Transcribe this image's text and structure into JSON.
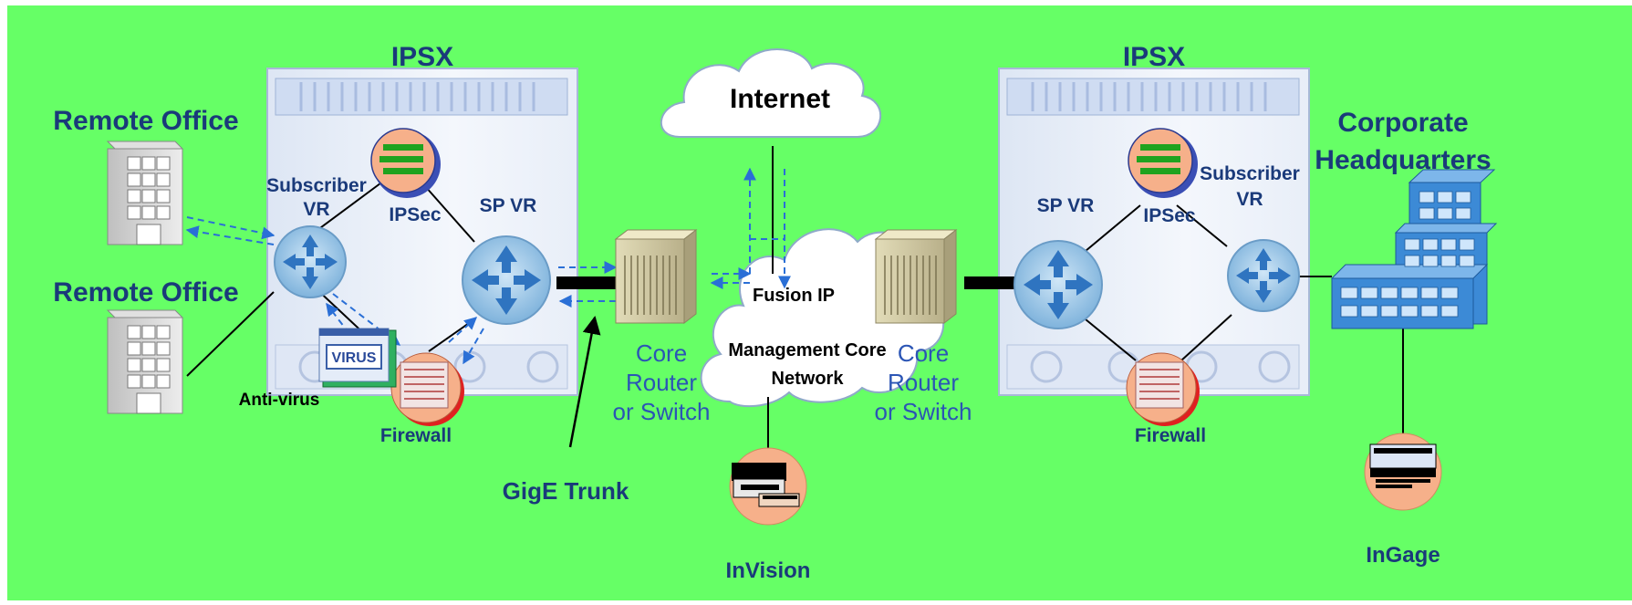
{
  "left": {
    "ipsx_title": "IPSX",
    "remote_office_1": "Remote Office",
    "remote_office_2": "Remote Office",
    "subscriber_vr_line1": "Subscriber",
    "subscriber_vr_line2": "VR",
    "ipsec": "IPSec",
    "sp_vr": "SP VR",
    "anti_virus": "Anti-virus",
    "firewall": "Firewall",
    "virus_badge": "VIRUS"
  },
  "center": {
    "internet": "Internet",
    "fusion_line1": "Fusion IP",
    "fusion_line2": "Management Core",
    "fusion_line3": "Network",
    "core_left_line1": "Core",
    "core_left_line2": "Router",
    "core_left_line3": "or Switch",
    "core_right_line1": "Core",
    "core_right_line2": "Router",
    "core_right_line3": "or Switch",
    "gige_trunk": "GigE Trunk",
    "invision": "InVision"
  },
  "right": {
    "ipsx_title": "IPSX",
    "corporate_line1": "Corporate",
    "corporate_line2": "Headquarters",
    "sp_vr": "SP VR",
    "ipsec": "IPSec",
    "subscriber_vr_line1": "Subscriber",
    "subscriber_vr_line2": "VR",
    "firewall": "Firewall",
    "ingage": "InGage"
  },
  "colors": {
    "background": "#66ff66",
    "label_blue": "#1a3a7a",
    "link_dashed": "#2a6fd6",
    "trunk": "#000000"
  }
}
